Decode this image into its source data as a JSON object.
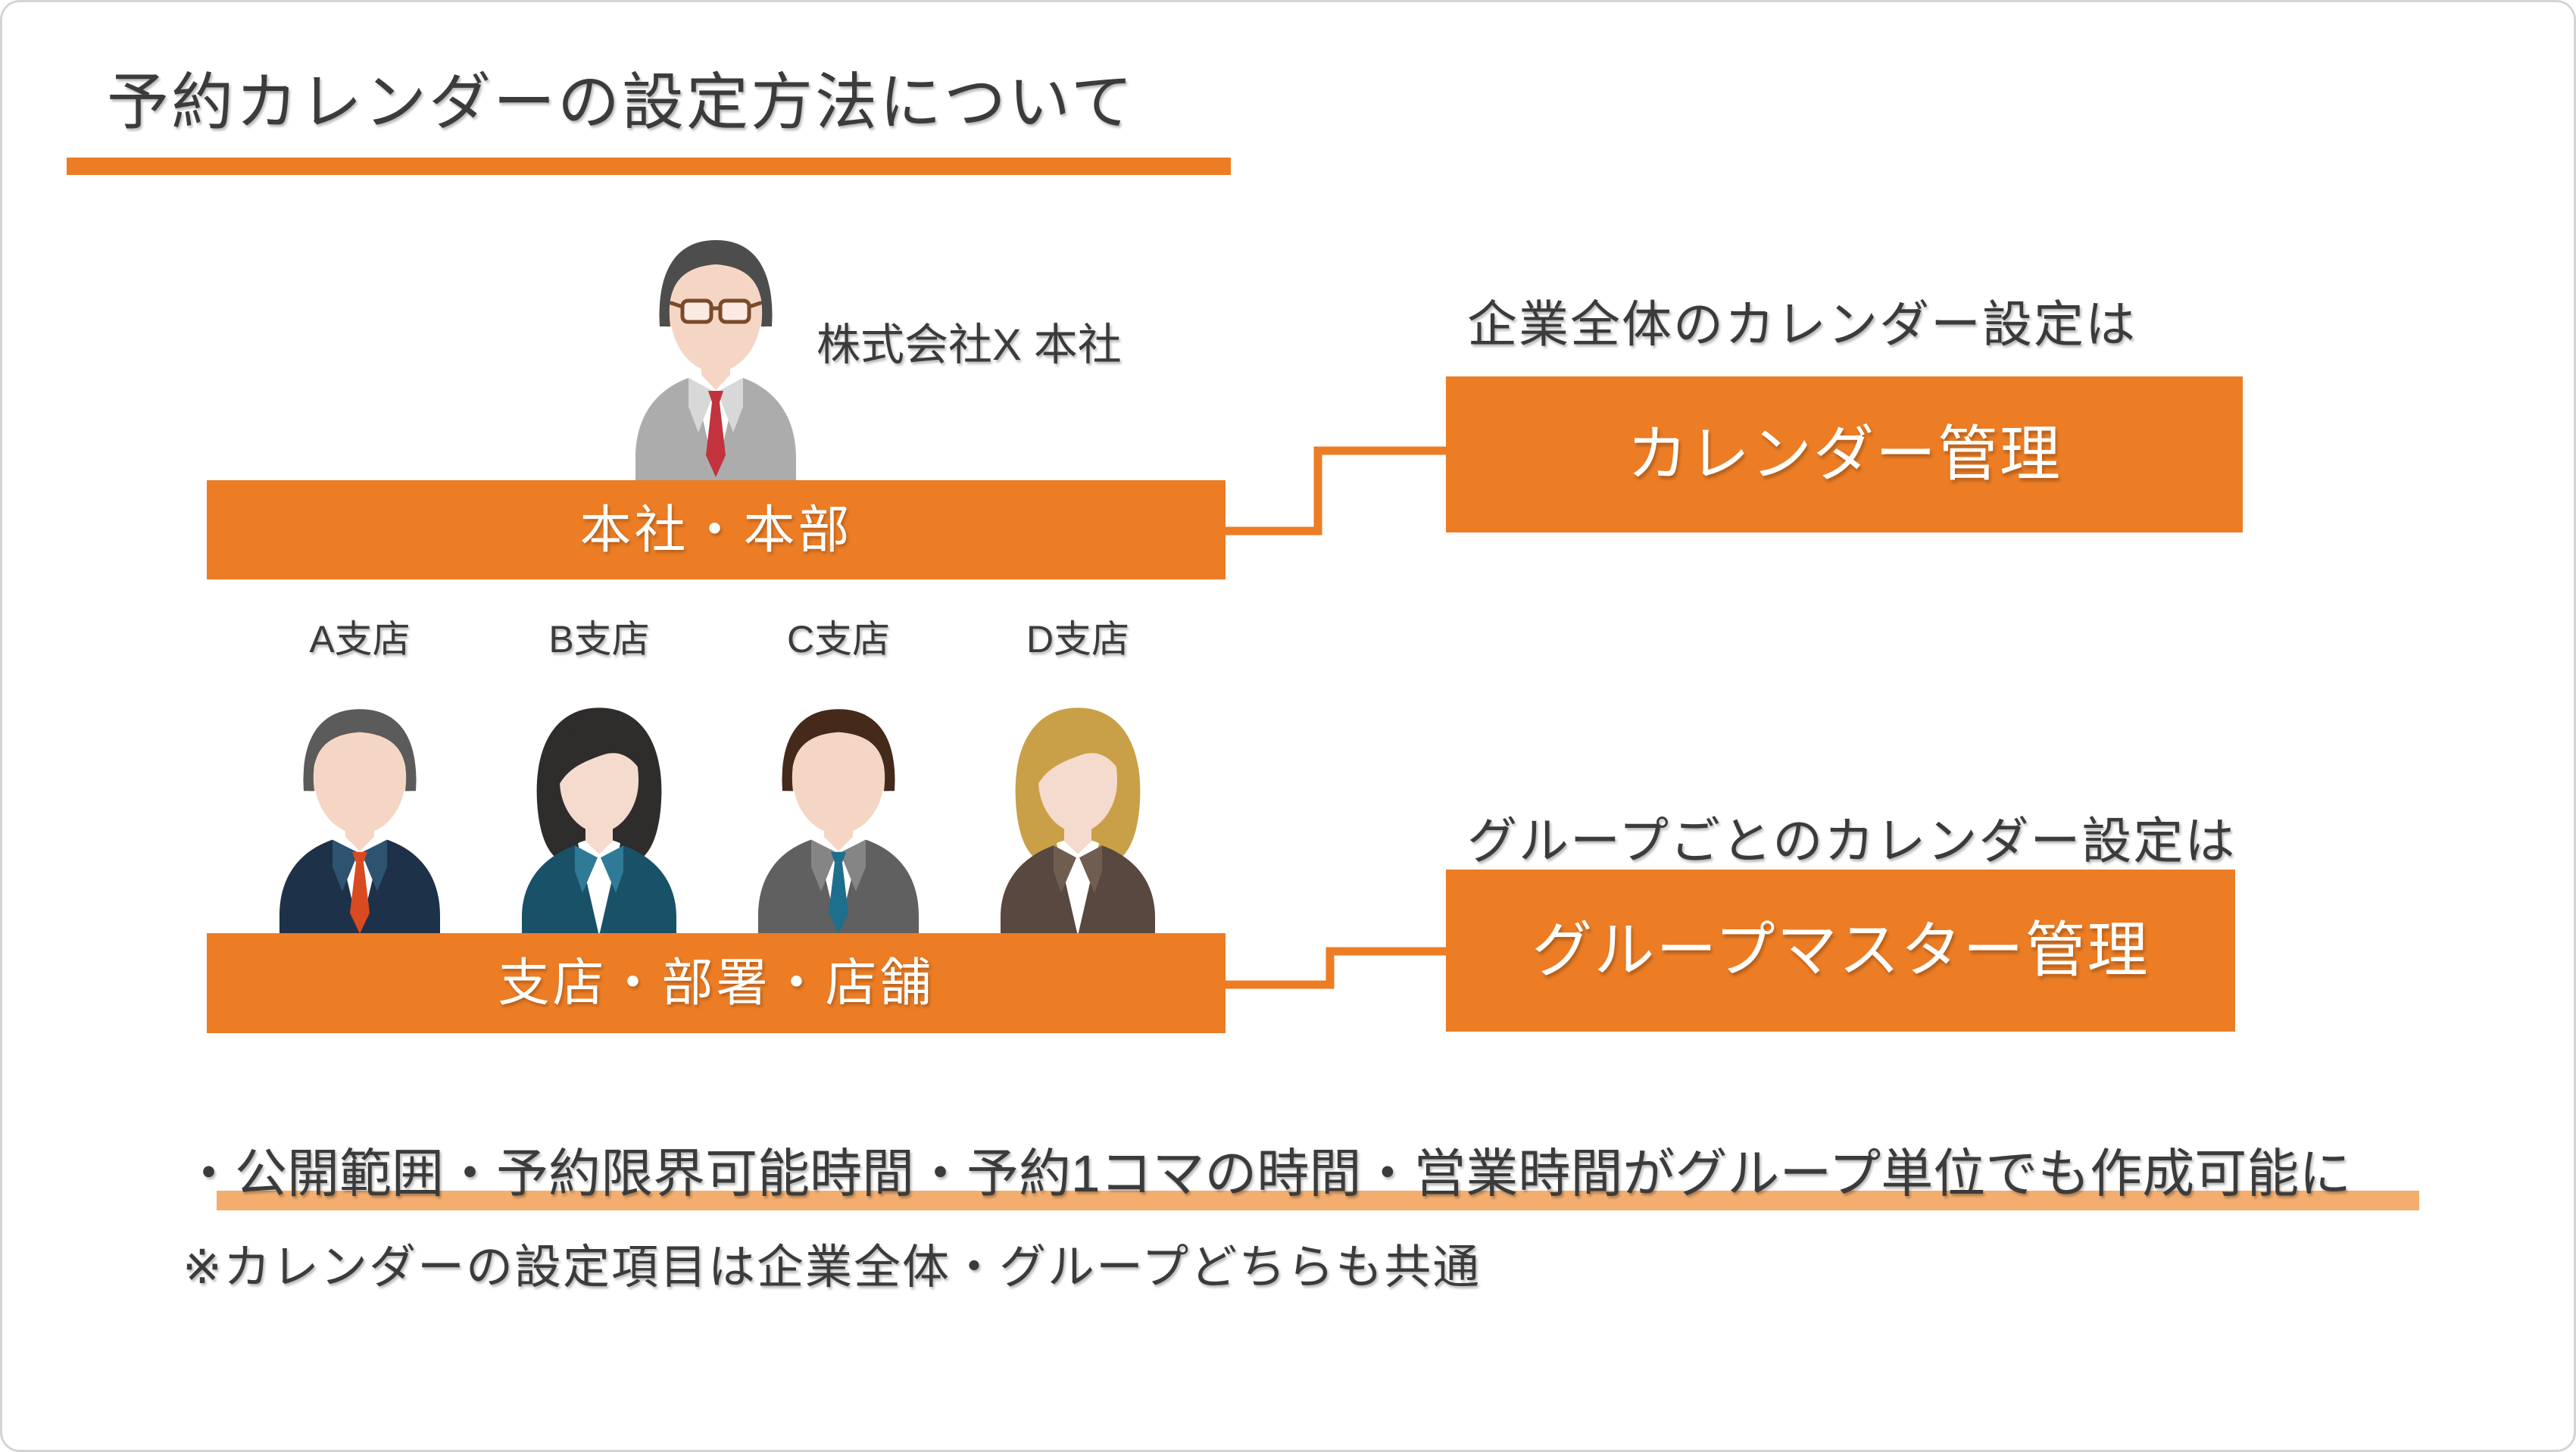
{
  "slide": {
    "title": "予約カレンダーの設定方法について",
    "colors": {
      "orange": "#EC7D25",
      "highlight": "#F3AE6F",
      "ink": "#3B3B3B",
      "border": "#D4D4D4"
    },
    "org": {
      "hq_bar_label": "本社・本部",
      "branch_bar_label": "支店・部署・店舗"
    },
    "right_panel": {
      "enterprise_caption": "企業全体のカレンダー設定は",
      "enterprise_box_label": "カレンダー管理",
      "group_caption": "グループごとのカレンダー設定は",
      "group_box_label": "グループマスター管理"
    },
    "notes": {
      "bullet": "・公開範囲・予約限界可能時間・予約1コマの時間・営業時間がグループ単位でも作成可能に",
      "footnote": "※カレンダーの設定項目は企業全体・グループどちらも共通"
    },
    "people": [
      {
        "id": "hq-person",
        "label": "株式会社X 本社",
        "type": "male",
        "glasses": true,
        "colors": {
          "hair": "#4D4D4D",
          "skin": "#F5D6C4",
          "suit": "#ACACAC",
          "lapel": "#D8D8D8",
          "shirt": "#FFFFFF",
          "tie": "#C2333E",
          "glassesframe": "#7A4A2B"
        }
      },
      {
        "id": "branch-a",
        "label": "A支店",
        "type": "male",
        "glasses": false,
        "colors": {
          "hair": "#5B5B5B",
          "skin": "#F5D6C4",
          "suit": "#1D3148",
          "lapel": "#2E5370",
          "shirt": "#FFFFFF",
          "tie": "#D94A20"
        }
      },
      {
        "id": "branch-b",
        "label": "B支店",
        "type": "female",
        "glasses": false,
        "colors": {
          "hair": "#2F2D2C",
          "skin": "#F5DACE",
          "suit": "#195169",
          "lapel": "#2F7B97",
          "shirt": "#FFFFFF"
        }
      },
      {
        "id": "branch-c",
        "label": "C支店",
        "type": "male",
        "glasses": false,
        "colors": {
          "hair": "#45291B",
          "skin": "#F5D6C4",
          "suit": "#606060",
          "lapel": "#858585",
          "shirt": "#FFFFFF",
          "tie": "#1D6F8D"
        }
      },
      {
        "id": "branch-d",
        "label": "D支店",
        "type": "female",
        "glasses": false,
        "colors": {
          "hair": "#C9A047",
          "skin": "#F5DACE",
          "suit": "#584840",
          "lapel": "#6F5D52",
          "shirt": "#FFFFFF"
        }
      }
    ]
  }
}
